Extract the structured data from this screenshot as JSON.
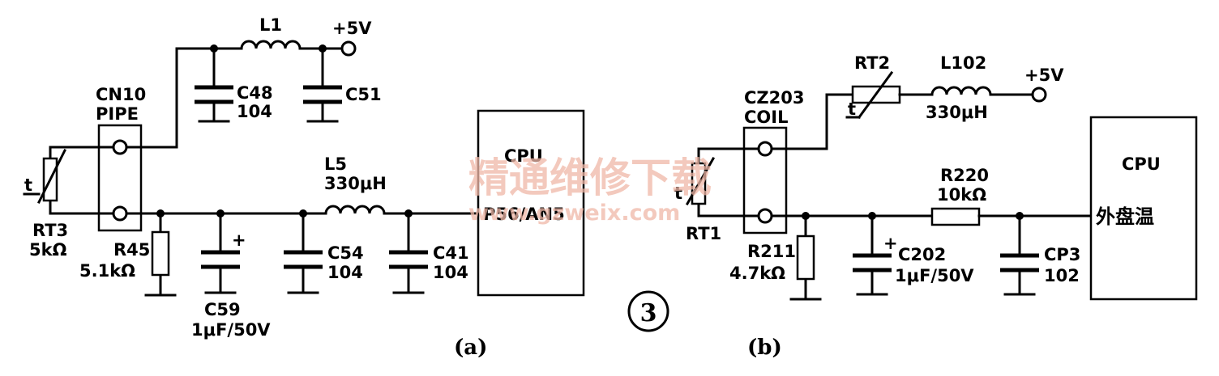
{
  "figure": {
    "number": "③",
    "watermark_title": "精通维修下载",
    "watermark_url": "www.gzweix.com"
  },
  "circuit_a": {
    "caption": "(a)",
    "labels": {
      "l1": "L1",
      "vcc": "+5V",
      "c48": "C48",
      "c48_val": "104",
      "c51": "C51",
      "cn10": "CN10",
      "pipe": "PIPE",
      "thermistor_t": "t",
      "rt3": "RT3",
      "rt3_val": "5kΩ",
      "r45": "R45",
      "r45_val": "5.1kΩ",
      "plus": "+",
      "c59": "C59",
      "c59_val": "1μF/50V",
      "l5": "L5",
      "l5_val": "330μH",
      "c54": "C54",
      "c54_val": "104",
      "c41": "C41",
      "c41_val": "104",
      "cpu": "CPU",
      "pin": "P56/AN5"
    }
  },
  "circuit_b": {
    "caption": "(b)",
    "labels": {
      "rt2": "RT2",
      "rt2_t": "t",
      "l102": "L102",
      "l102_val": "330μH",
      "vcc": "+5V",
      "cz203": "CZ203",
      "coil": "COIL",
      "rt1_t": "t",
      "rt1": "RT1",
      "r211": "R211",
      "r211_val": "4.7kΩ",
      "plus": "+",
      "c202": "C202",
      "c202_val": "1μF/50V",
      "r220": "R220",
      "r220_val": "10kΩ",
      "cp3": "CP3",
      "cp3_val": "102",
      "cpu": "CPU",
      "sensor": "外盘温"
    }
  }
}
